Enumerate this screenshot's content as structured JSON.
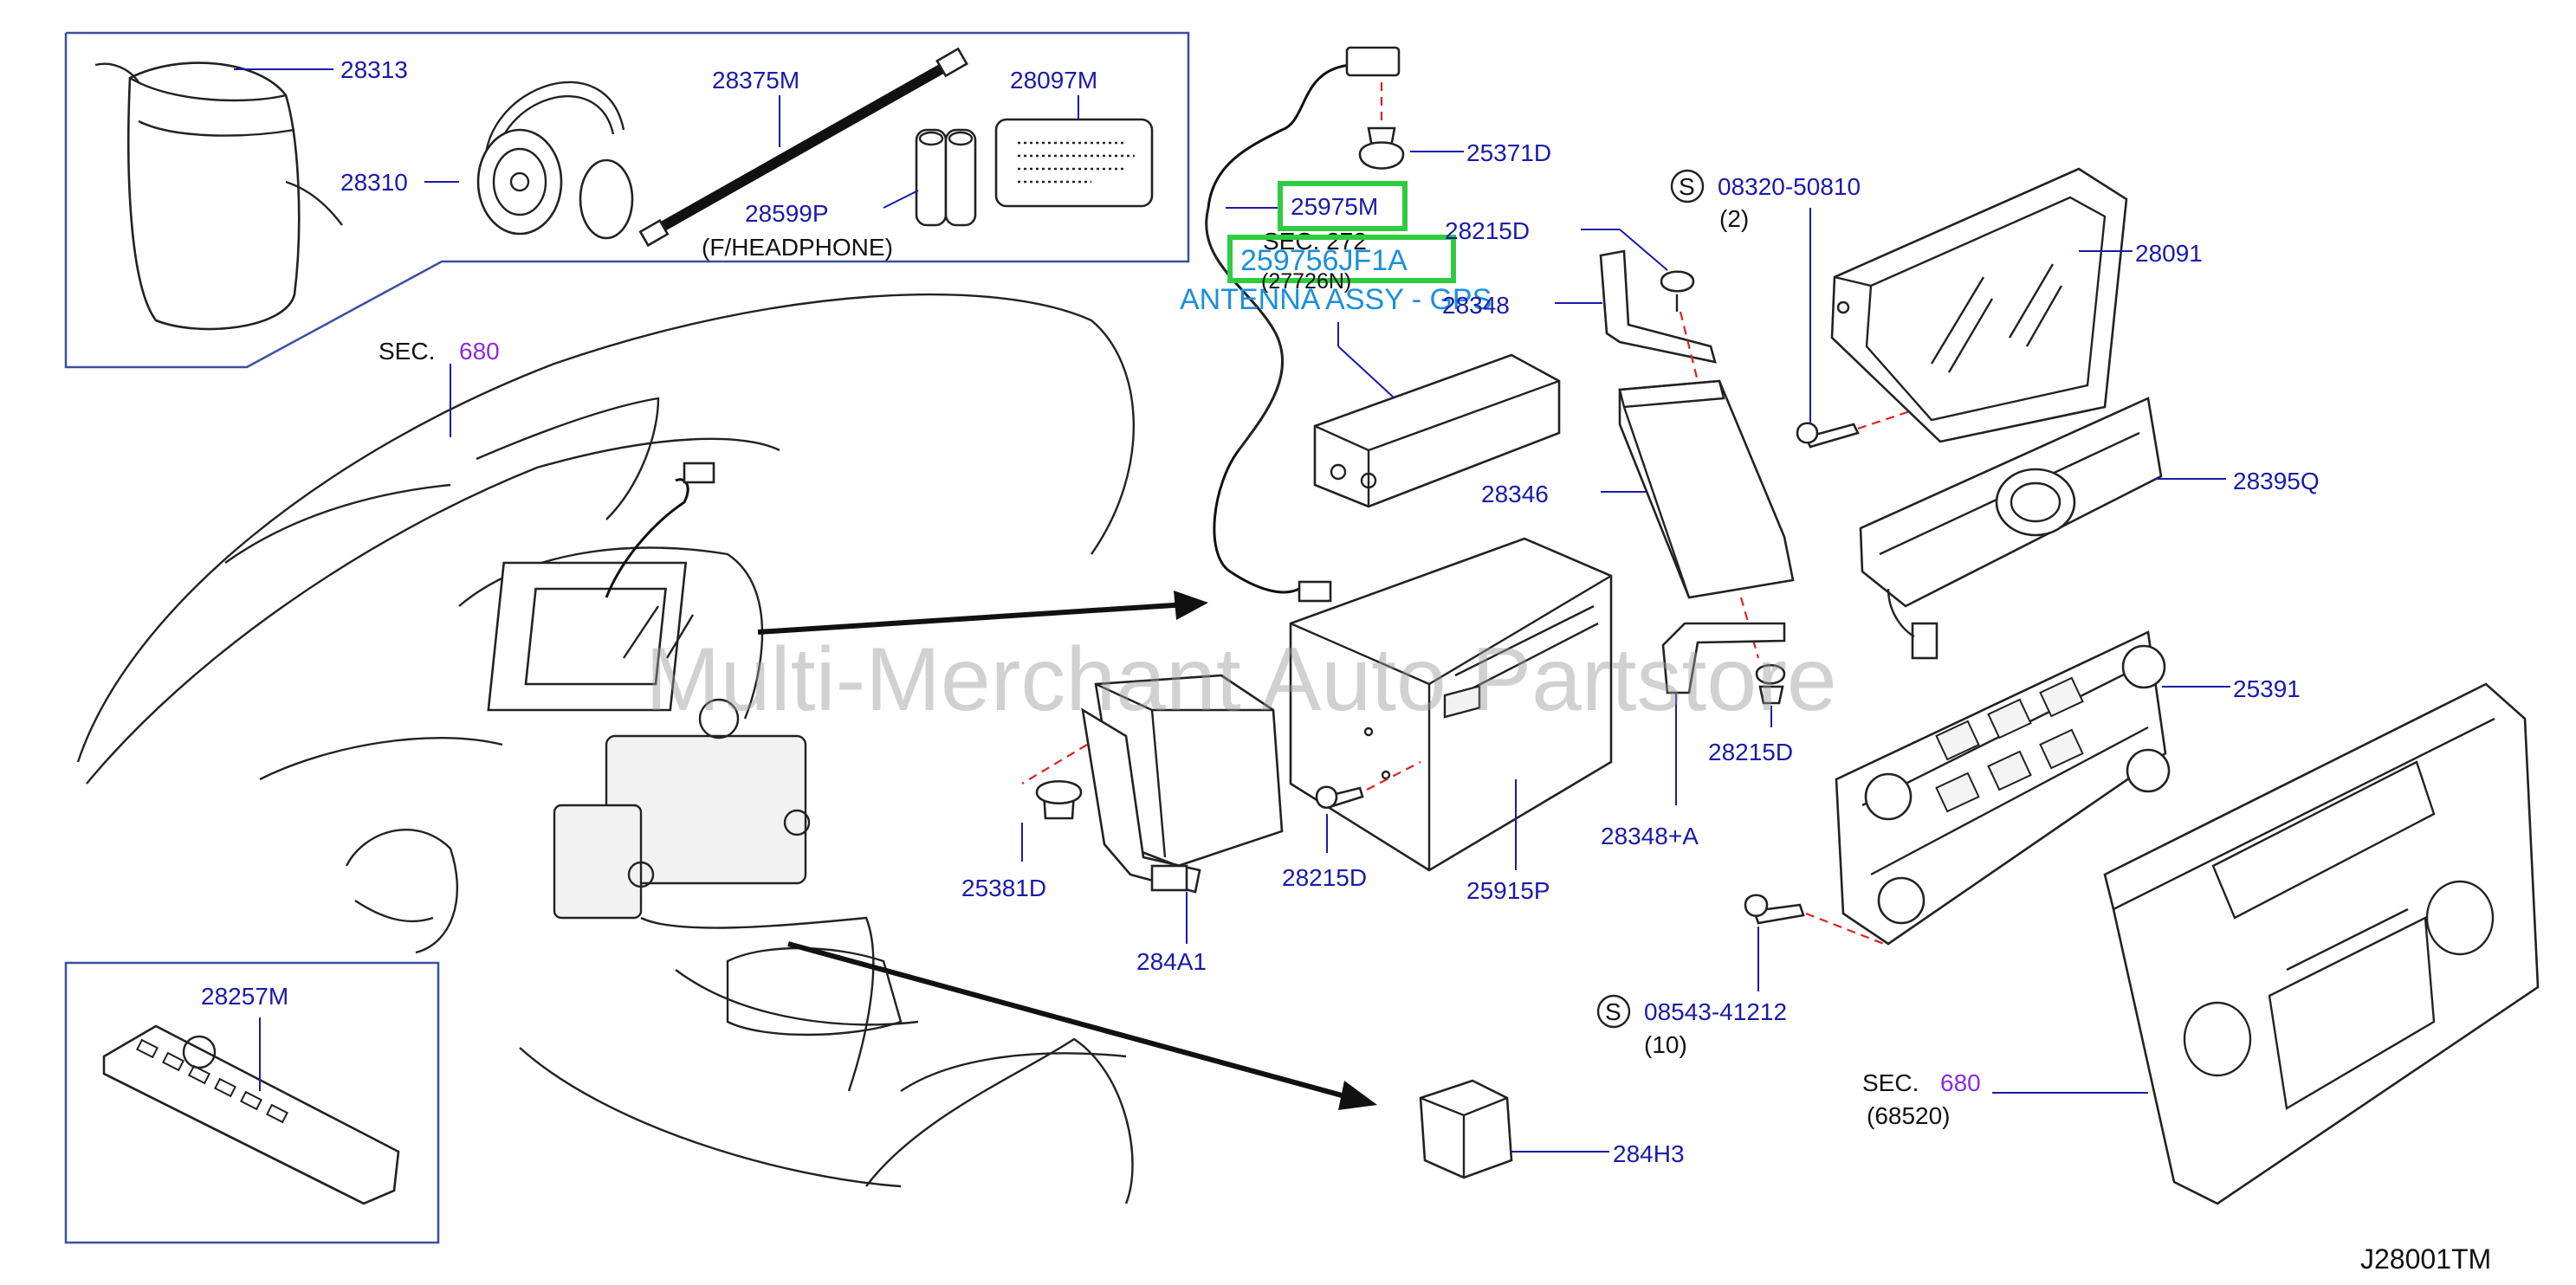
{
  "labels": {
    "p28313": "28313",
    "p28310": "28310",
    "p28375M": "28375M",
    "p28097M": "28097M",
    "p28599P": "28599P",
    "headphone": "(F/HEADPHONE)",
    "p25975M": "25975M",
    "sec272": "SEC. 272",
    "p27726N": "(27726N)",
    "hl_code": "259756JF1A",
    "antenna": "ANTENNA ASSY - GPS",
    "p25371D": "25371D",
    "p28215D_top": "28215D",
    "p28348": "28348",
    "s_top": "S",
    "p08320": "08320-50810",
    "qty2": "(2)",
    "p28091": "28091",
    "p28346": "28346",
    "p28395Q": "28395Q",
    "sec680_top_word": "SEC.",
    "sec680_top_num": "680",
    "p25391": "25391",
    "p28215D_mid": "28215D",
    "p28348A": "28348+A",
    "p25381D": "25381D",
    "p28215D_low": "28215D",
    "p25915P": "25915P",
    "p284A1": "284A1",
    "s_low": "S",
    "p08543": "08543-41212",
    "qty10": "(10)",
    "p28257M": "28257M",
    "sec680_low_word": "SEC.",
    "sec680_low_num": "680",
    "p68520": "(68520)",
    "p284H3": "284H3",
    "diagram_code": "J28001TM",
    "watermark": "Multi-Merchant Auto Partstore"
  },
  "colors": {
    "label_blue": "#1a1aaa",
    "section_purple": "#8a2be2",
    "highlight_green": "#2ecc40",
    "antenna_blue": "#1a8fdc",
    "dashed_red": "#e02020"
  }
}
